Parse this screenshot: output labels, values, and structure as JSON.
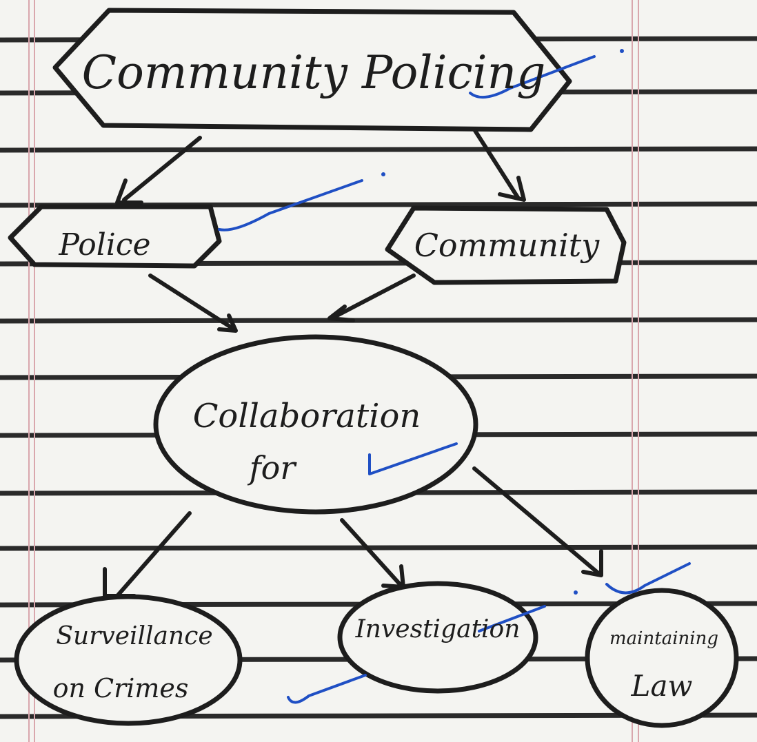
{
  "diagram": {
    "title": "Community Policing",
    "nodes": {
      "police": "Police",
      "community": "Community",
      "collaboration_line1": "Collaboration",
      "collaboration_line2": "for",
      "surveillance_line1": "Surveillance",
      "surveillance_line2": "on Crimes",
      "investigation": "Investigation",
      "maintaining_line1": "maintaining",
      "maintaining_line2": "Law"
    }
  },
  "colors": {
    "ink": "#1d1d1d",
    "check_marks": "#1f4fc4",
    "paper": "#f4f4f1",
    "rule_lines": "#2a2a2a",
    "margin_lines": "#d9a7ad"
  }
}
